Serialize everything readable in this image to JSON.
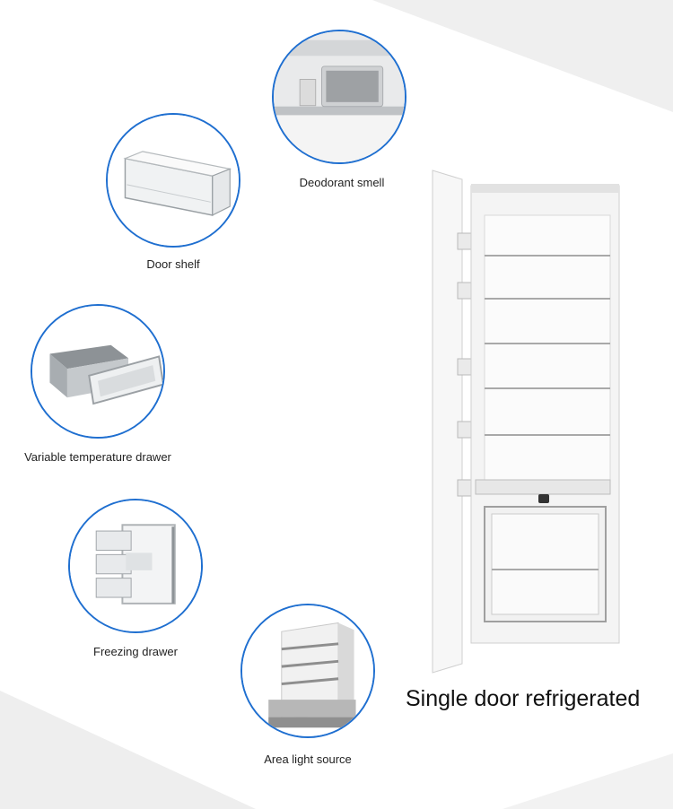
{
  "features": [
    {
      "id": "deodorant",
      "caption": "Deodorant smell",
      "icon": "deodorant-filter-photo"
    },
    {
      "id": "door-shelf",
      "caption": "Door shelf",
      "icon": "door-shelf-photo"
    },
    {
      "id": "variable-drawer",
      "caption": "Variable temperature drawer",
      "icon": "crisper-drawer-photo"
    },
    {
      "id": "freezing-drawer",
      "caption": "Freezing drawer",
      "icon": "freezer-drawer-photo"
    },
    {
      "id": "area-light",
      "caption": "Area light source",
      "icon": "lit-shelves-photo"
    }
  ],
  "product": {
    "title": "Single door refrigerated"
  },
  "colors": {
    "circle_border": "#1f6fd0",
    "background_shape": "#eeeeee"
  }
}
